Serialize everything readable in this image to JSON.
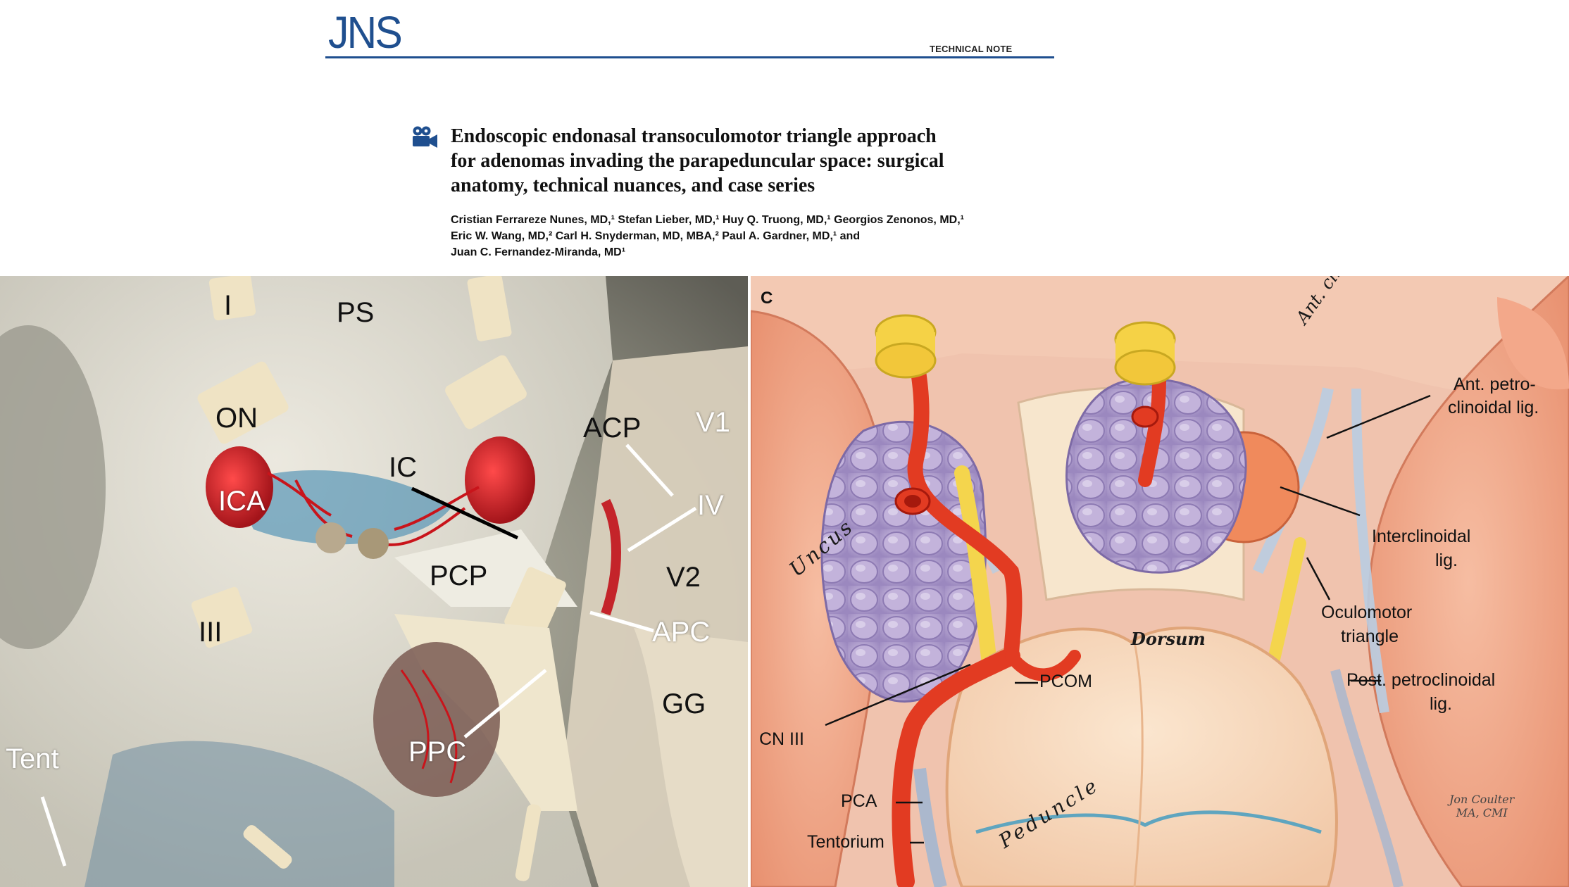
{
  "header": {
    "journal_logo": "JNS",
    "section": "TECHNICAL NOTE",
    "title_lines": [
      "Endoscopic endonasal transoculomotor triangle approach",
      "for adenomas invading the parapeduncular space: surgical",
      "anatomy, technical nuances, and case series"
    ],
    "author_lines": [
      "Cristian Ferrareze Nunes, MD,¹ Stefan Lieber, MD,¹ Huy Q. Truong, MD,¹ Georgios Zenonos, MD,¹",
      "Eric W. Wang, MD,² Carl H. Snyderman, MD, MBA,² Paul A. Gardner, MD,¹ and",
      "Juan C. Fernandez-Miranda, MD¹"
    ]
  },
  "icons": {
    "video": "video-camera-icon"
  },
  "colors": {
    "journal_blue": "#1f4f8f",
    "artery_red": "#e23b22",
    "tumor_lavender": "#b4a3cc",
    "brain_pink": "#f1a98c"
  },
  "figure_left": {
    "labels": {
      "I": "I",
      "PS": "PS",
      "ON": "ON",
      "ICA": "ICA",
      "IC": "IC",
      "ACP": "ACP",
      "V1": "V1",
      "IV": "IV",
      "V2": "V2",
      "PCP": "PCP",
      "III": "III",
      "APC": "APC",
      "GG": "GG",
      "PPC": "PPC",
      "Tent": "Tent"
    }
  },
  "figure_right": {
    "panel_letter": "C",
    "labels": {
      "ant_clinoid": "Ant. clinoid",
      "ant_petro_line1": "Ant. petro-",
      "ant_petro_line2": "clinoidal lig.",
      "interclinoidal_line1": "Interclinoidal",
      "interclinoidal_line2": "lig.",
      "uncus": "Uncus",
      "oculomotor_line1": "Oculomotor",
      "oculomotor_line2": "triangle",
      "dorsum": "Dorsum",
      "post_petro_line1": "Post. petroclinoidal",
      "post_petro_line2": "lig.",
      "pcom": "PCOM",
      "cn3": "CN III",
      "peduncle": "Peduncle",
      "pca": "PCA",
      "tentorium": "Tentorium",
      "signature_line1": "Jon Coulter",
      "signature_line2": "MA, CMI"
    }
  }
}
